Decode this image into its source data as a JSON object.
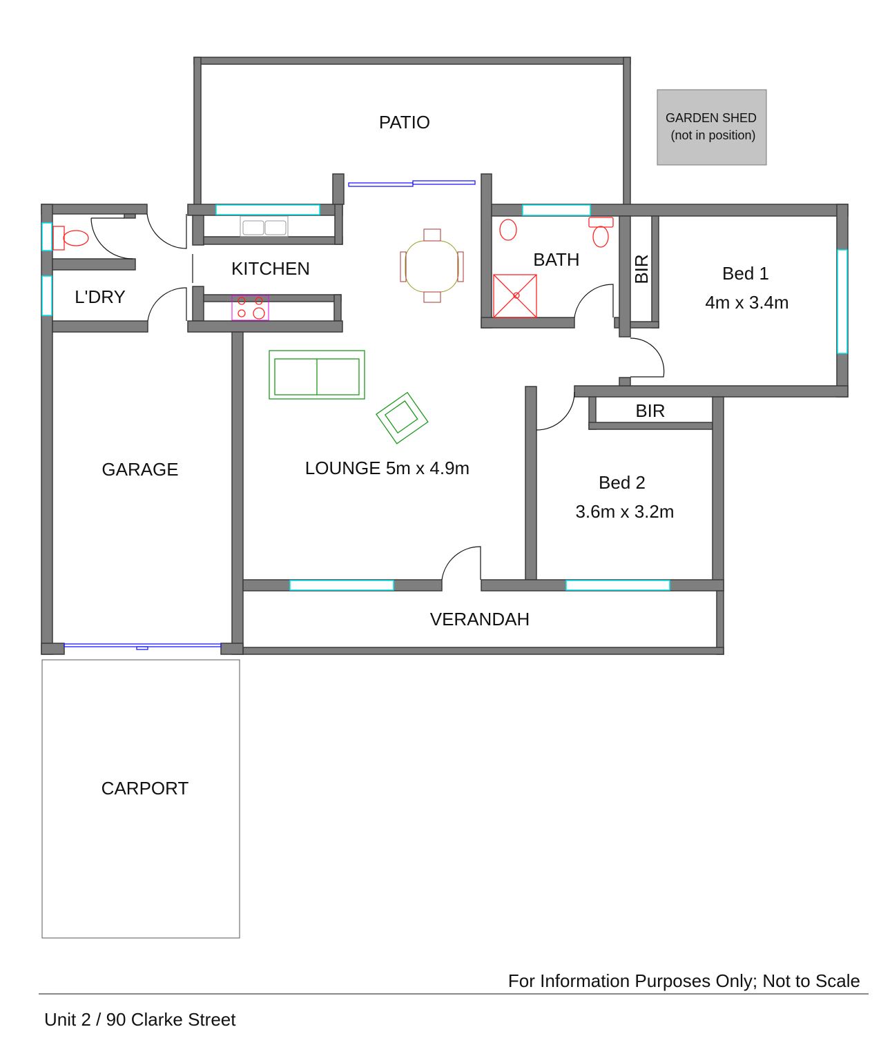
{
  "rooms": {
    "patio": "PATIO",
    "garden_shed": "GARDEN SHED",
    "garden_shed_note": "(not in position)",
    "kitchen": "KITCHEN",
    "laundry": "L'DRY",
    "bath": "BATH",
    "bir_1": "BIR",
    "bed1": "Bed 1",
    "bed1_size": "4m x 3.4m",
    "bir_2": "BIR",
    "garage": "GARAGE",
    "lounge": "LOUNGE 5m x 4.9m",
    "bed2": "Bed 2",
    "bed2_size": "3.6m x 3.2m",
    "verandah": "VERANDAH",
    "carport": "CARPORT"
  },
  "footer": {
    "disclaimer": "For Information Purposes Only; Not to Scale",
    "address": "Unit 2 / 90 Clarke Street"
  },
  "colors": {
    "wall": "#7f7f7f",
    "window": "#00e5ee",
    "fixture": "#ff2222",
    "furniture": "#1a9a1a"
  }
}
